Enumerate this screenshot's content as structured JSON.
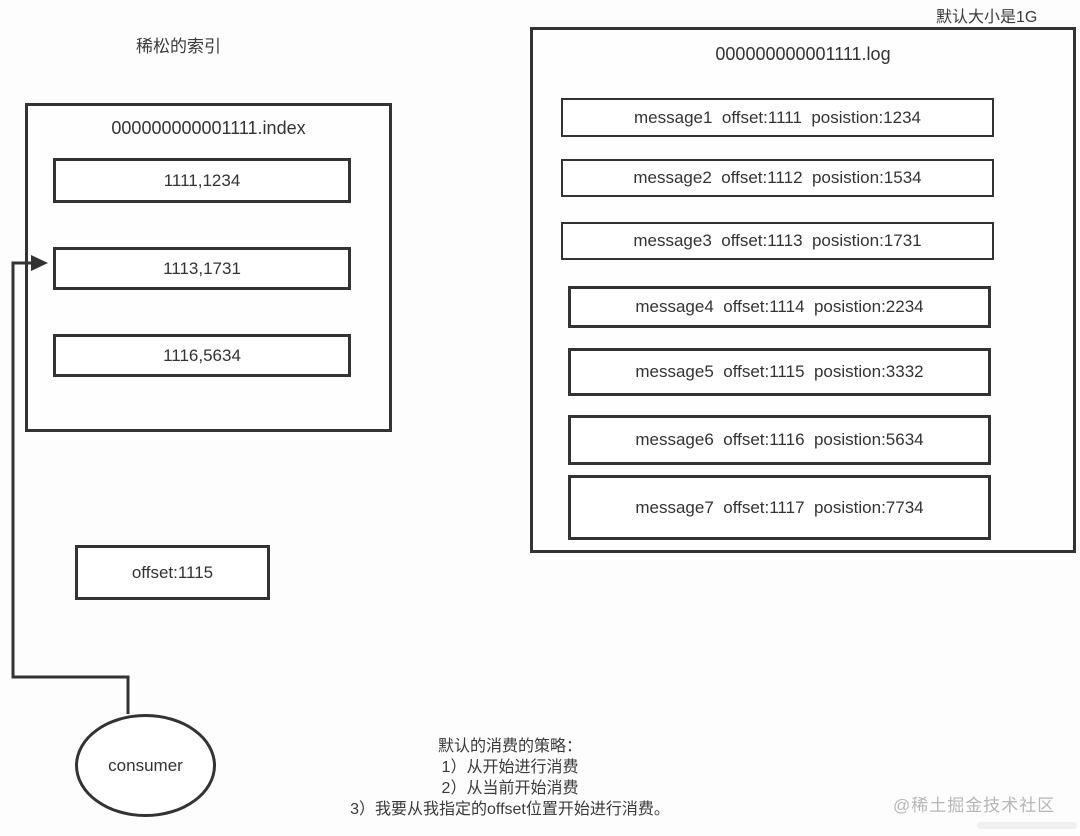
{
  "labels": {
    "sparse_index": "稀松的索引",
    "default_size": "默认大小是1G"
  },
  "index_file": {
    "name": "000000000001111.index",
    "entries": [
      "1111,1234",
      "1113,1731",
      "1116,5634"
    ]
  },
  "log_file": {
    "name": "000000000001111.log",
    "messages": [
      "message1  offset:1111  posistion:1234",
      "message2  offset:1112  posistion:1534",
      "message3  offset:1113  posistion:1731",
      "message4  offset:1114  posistion:2234",
      "message5  offset:1115  posistion:3332",
      "message6  offset:1116  posistion:5634",
      "message7  offset:1117  posistion:7734"
    ]
  },
  "consumer": {
    "label": "consumer",
    "offset_label": "offset:1115"
  },
  "strategy": {
    "title": "默认的消费的策略：",
    "items": [
      "1）从开始进行消费",
      "2）从当前开始消费",
      "3）我要从我指定的offset位置开始进行消费。"
    ]
  },
  "watermark": "@稀土掘金技术社区",
  "colors": {
    "line": "#333333",
    "text": "#333333",
    "watermark": "#b6b6b6",
    "background": "#fdfdfd"
  }
}
